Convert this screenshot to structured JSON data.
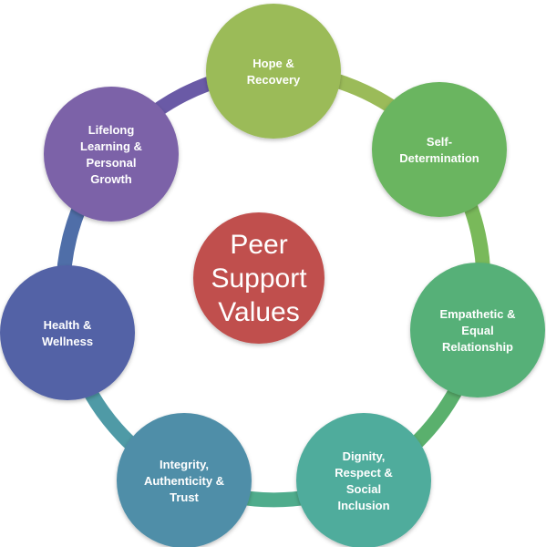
{
  "center": {
    "lines": [
      "Peer",
      "Support",
      "Values"
    ],
    "color": "#c0504d"
  },
  "nodes": [
    {
      "id": "hope-recovery",
      "lines": [
        "Hope &",
        "Recovery"
      ],
      "color": "#9bbb59"
    },
    {
      "id": "self-determination",
      "lines": [
        "Self-",
        "Determination"
      ],
      "color": "#6bb560"
    },
    {
      "id": "empathetic-equal-relationship",
      "lines": [
        "Empathetic &",
        "Equal",
        "Relationship"
      ],
      "color": "#56b078"
    },
    {
      "id": "dignity-respect-social-inclusion",
      "lines": [
        "Dignity,",
        "Respect &",
        "Social",
        "Inclusion"
      ],
      "color": "#4fac9c"
    },
    {
      "id": "integrity-authenticity-trust",
      "lines": [
        "Integrity,",
        "Authenticity &",
        "Trust"
      ],
      "color": "#4f8ea8"
    },
    {
      "id": "health-wellness",
      "lines": [
        "Health &",
        "Wellness"
      ],
      "color": "#5262a6"
    },
    {
      "id": "lifelong-learning-personal-growth",
      "lines": [
        "Lifelong",
        "Learning &",
        "Personal",
        "Growth"
      ],
      "color": "#7c62a8"
    }
  ],
  "connector_colors": [
    "#9bbb59",
    "#79b95a",
    "#5ab06d",
    "#4fac8c",
    "#4f9aa6",
    "#4f6ea8",
    "#6a5aa6"
  ]
}
